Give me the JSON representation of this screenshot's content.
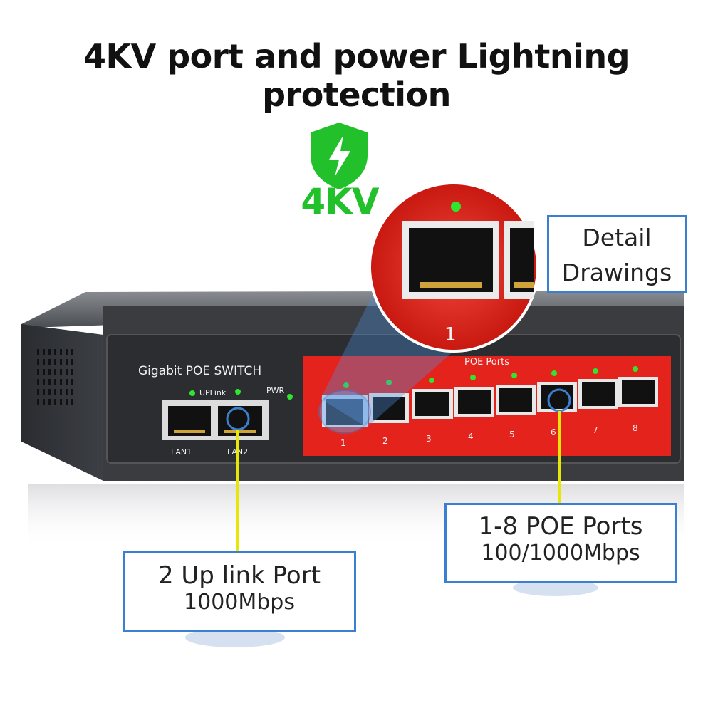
{
  "headline": "4KV port and power Lightning protection",
  "badge": {
    "label": "4KV",
    "icon": "lightning-shield-icon",
    "color": "#22c02a"
  },
  "device": {
    "brand_label": "Gigabit POE SWITCH",
    "uplink_label": "UPLink",
    "pwr_label": "PWR",
    "lan1_label": "LAN1",
    "lan2_label": "LAN2",
    "poe_label": "POE Ports",
    "port_numbers": [
      "1",
      "2",
      "3",
      "4",
      "5",
      "6",
      "7",
      "8"
    ],
    "panel_color": "#e4241c",
    "led_color": "#2ee62e"
  },
  "zoom": {
    "port_number": "1"
  },
  "callouts": {
    "detail": {
      "line1": "Detail",
      "line2": "Drawings"
    },
    "uplink": {
      "line1": "2 Up  link Port",
      "line2": "1000Mbps"
    },
    "poe": {
      "line1": "1-8 POE Ports",
      "line2": "100/1000Mbps"
    }
  }
}
